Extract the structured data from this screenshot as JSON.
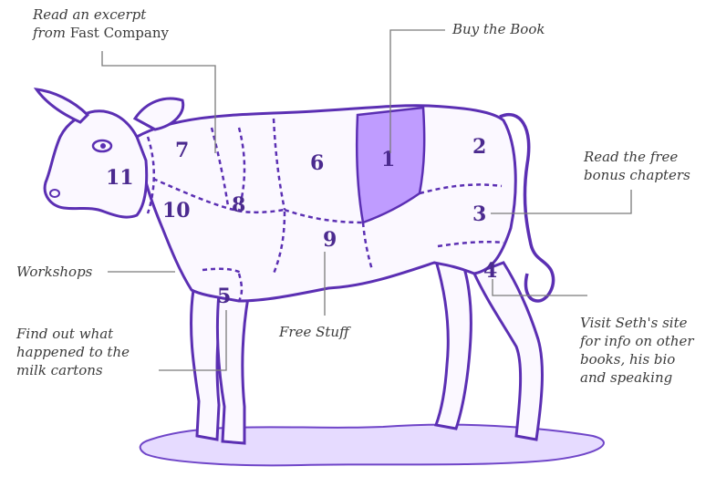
{
  "colors": {
    "ink": "#5b2fb3",
    "ink_dark": "#4b2a8f",
    "body_fill": "#fbf8ff",
    "highlight": "#bf9cff",
    "ground": "#e6dbff",
    "leader": "#7a7a7a",
    "text": "#3b3b3b"
  },
  "callouts": {
    "excerpt": {
      "line1": "Read an excerpt",
      "prefix": "from ",
      "brand": "Fast Company"
    },
    "buy": {
      "label": "Buy the Book"
    },
    "bonus": {
      "line1": "Read the free",
      "line2": "bonus chapters"
    },
    "workshops": {
      "label": "Workshops"
    },
    "milk": {
      "line1": "Find out what",
      "line2": "happened to the",
      "line3": "milk cartons"
    },
    "free_stuff": {
      "label": "Free Stuff"
    },
    "seth": {
      "line1": "Visit Seth's site",
      "line2": "for info on other",
      "line3": "books, his bio",
      "line4": "and speaking"
    }
  },
  "cuts": {
    "c1": "1",
    "c2": "2",
    "c3": "3",
    "c4": "4",
    "c5": "5",
    "c6": "6",
    "c7": "7",
    "c8": "8",
    "c9": "9",
    "c10": "10",
    "c11": "11"
  }
}
